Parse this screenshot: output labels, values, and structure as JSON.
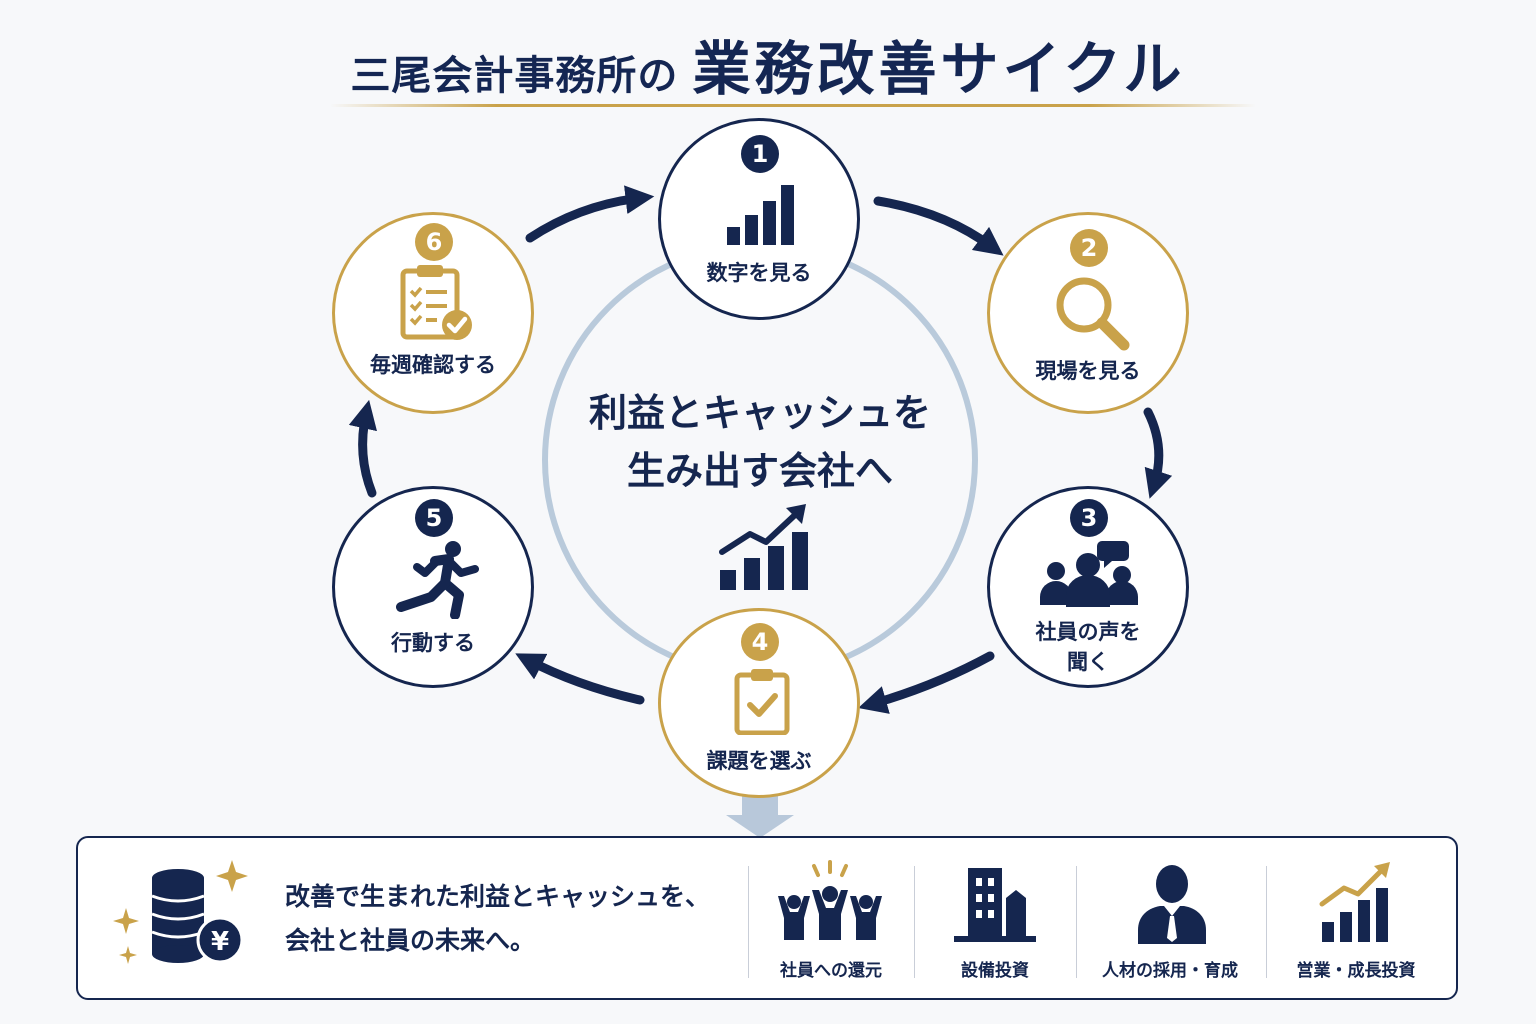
{
  "title": {
    "prefix": "三尾会計事務所の",
    "main": "業務改善サイクル"
  },
  "center": {
    "line1": "利益とキャッシュを",
    "line2": "生み出す会社へ"
  },
  "steps": [
    {
      "number": "1",
      "label": "数字を見る",
      "icon": "bar-chart-icon"
    },
    {
      "number": "2",
      "label": "現場を見る",
      "icon": "magnifier-icon"
    },
    {
      "number": "3",
      "label_line1": "社員の声を",
      "label_line2": "聞く",
      "icon": "people-speech-icon"
    },
    {
      "number": "4",
      "label": "課題を選ぶ",
      "icon": "clipboard-check-icon"
    },
    {
      "number": "5",
      "label": "行動する",
      "icon": "running-person-icon"
    },
    {
      "number": "6",
      "label": "毎週確認する",
      "icon": "checklist-icon"
    }
  ],
  "bottom": {
    "line1": "改善で生まれた利益とキャッシュを、",
    "line2": "会社と社員の未来へ。",
    "icon": "coins-yen-icon",
    "outcomes": [
      {
        "label": "社員への還元",
        "icon": "people-cheering-icon"
      },
      {
        "label": "設備投資",
        "icon": "building-icon"
      },
      {
        "label": "人材の採用・育成",
        "icon": "businessman-icon"
      },
      {
        "label": "営業・成長投資",
        "icon": "growth-chart-icon"
      }
    ]
  },
  "colors": {
    "navy": "#15264f",
    "gold": "#c9a24a",
    "ring": "#b9cadb",
    "down_arrow": "#b8c8da"
  }
}
